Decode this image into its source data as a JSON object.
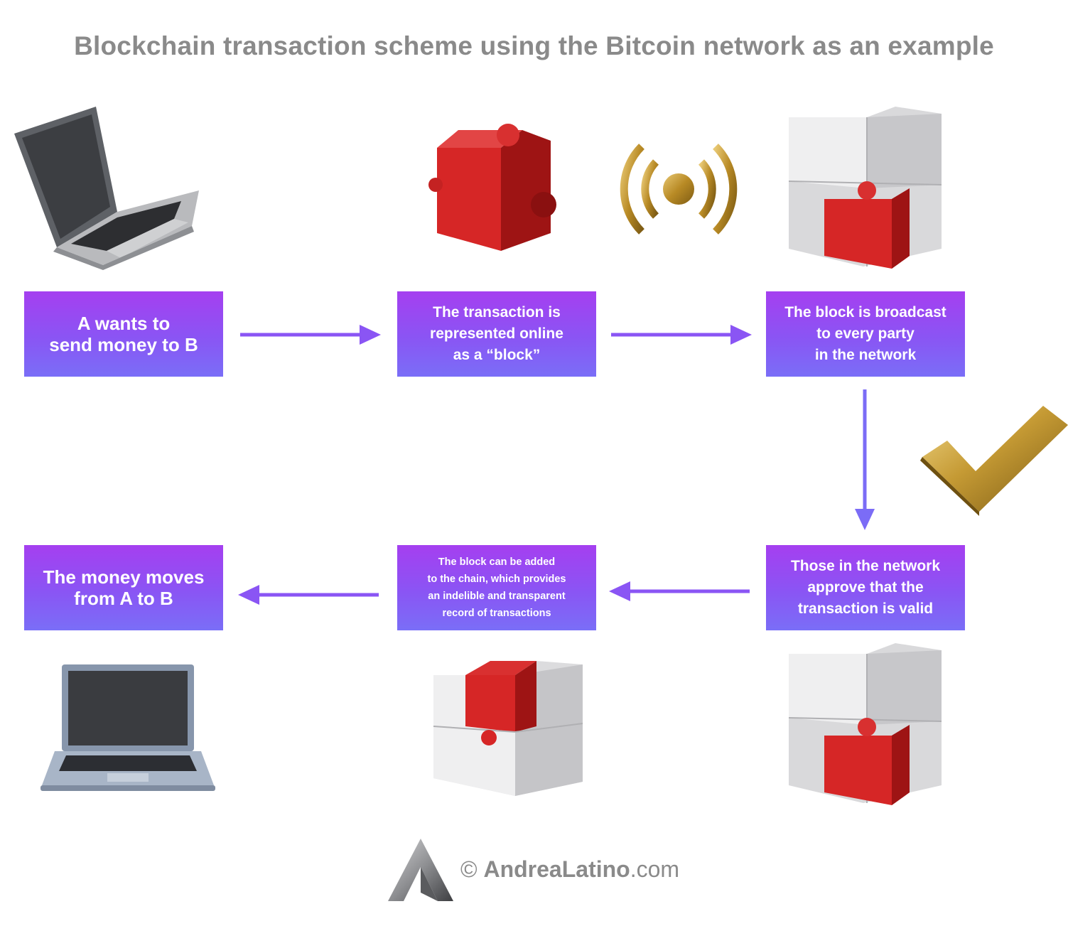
{
  "title": "Blockchain transaction scheme using the Bitcoin network as an example",
  "steps": [
    {
      "text": "A wants to\nsend money to B"
    },
    {
      "text": "The transaction is\nrepresented online\nas a “block”"
    },
    {
      "text": "The block is broadcast\nto every party\nin the network"
    },
    {
      "text": "Those in the network\napprove that the\ntransaction is valid"
    },
    {
      "text": "The block can be added\nto the chain, which provides\nan indelible and transparent\nrecord of transactions"
    },
    {
      "text": "The money moves\nfrom A to B"
    }
  ],
  "footer": {
    "copyright": "©",
    "brand": "AndreaLatino",
    "domain": ".com"
  },
  "icons": [
    "laptop-icon",
    "red-puzzle-cube-icon",
    "broadcast-signal-icon",
    "puzzle-cube-cluster-icon",
    "checkmark-icon",
    "completed-puzzle-cube-icon",
    "logo-icon"
  ],
  "colors": {
    "box_top": "#a53ff0",
    "box_bottom": "#7a6ef7",
    "arrow": "#8a55f4",
    "gold": "#c9a03a",
    "red": "#c41e1e"
  }
}
